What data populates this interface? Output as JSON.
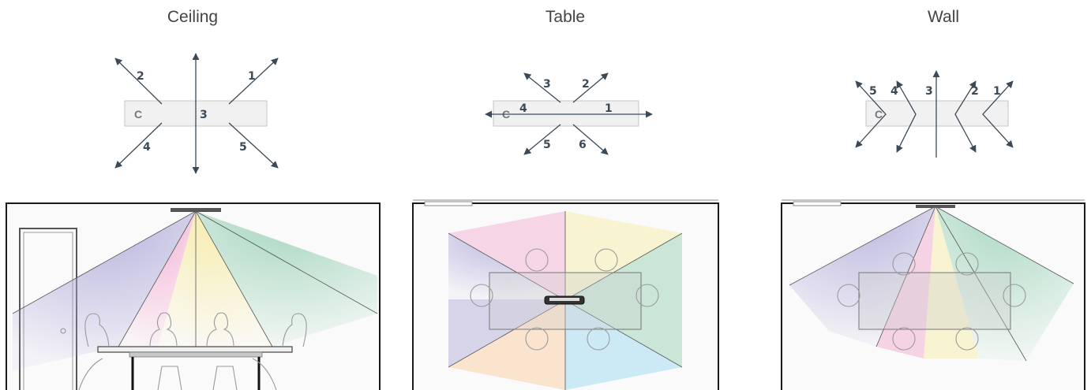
{
  "titles": {
    "ceiling": "Ceiling",
    "table": "Table",
    "wall": "Wall"
  },
  "ceiling_zones": [
    "1",
    "2",
    "3",
    "4",
    "5"
  ],
  "table_zones": [
    "1",
    "2",
    "3",
    "4",
    "5",
    "6"
  ],
  "wall_zones": [
    "1",
    "2",
    "3",
    "4",
    "5"
  ],
  "zone_colors": {
    "purple": "#b9b4dc",
    "pink": "#f2b8d6",
    "yellow": "#f7efb4",
    "green": "#a8d8c0",
    "orange": "#f9d2aa",
    "blue": "#aee0f2",
    "arrow": "#3c4a58"
  }
}
